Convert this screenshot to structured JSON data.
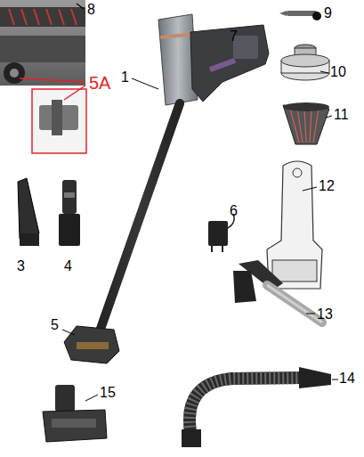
{
  "diagram": {
    "labels": [
      "8",
      "5A",
      "7",
      "9",
      "1",
      "10",
      "11",
      "12",
      "6",
      "3",
      "4",
      "5",
      "13",
      "14",
      "15"
    ]
  }
}
